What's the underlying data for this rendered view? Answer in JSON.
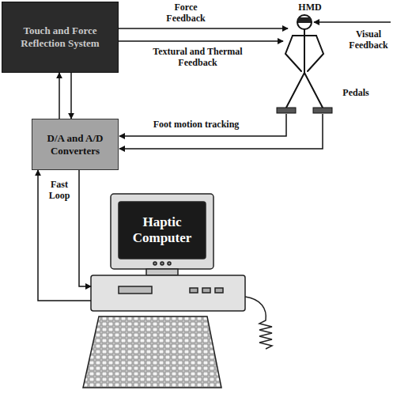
{
  "diagram": {
    "nodes": [
      {
        "text": [
          "Touch and Force Reflection System"
        ]
      },
      {
        "text": [
          "D/A and A/D Converters"
        ]
      },
      {
        "text": [
          "Haptic Computer"
        ]
      }
    ],
    "edges": [
      {
        "from": 1,
        "to": 0,
        "arrow": "to"
      },
      {
        "from": 0,
        "to": 1,
        "arrow": "to"
      },
      {
        "from": 2,
        "to": 1,
        "arrow": "to"
      },
      {
        "from": 1,
        "to": 2,
        "arrow": "to"
      }
    ],
    "labels": [
      "Force Feedback",
      "Textural and Thermal Feedback",
      "HMD",
      "Visual Feedback",
      "Pedals",
      "Foot motion tracking",
      "Fast Loop"
    ]
  }
}
